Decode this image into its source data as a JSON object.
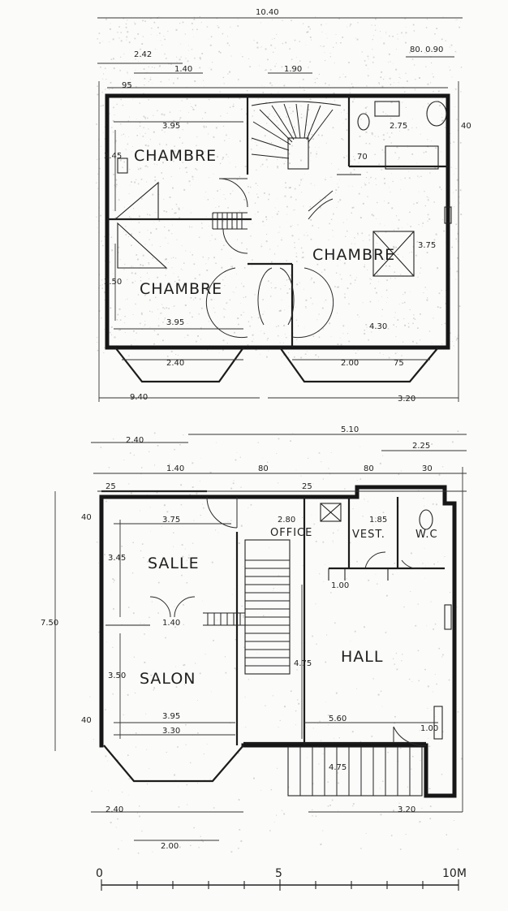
{
  "upper_floor": {
    "rooms": {
      "chambre_1": "CHAMBRE",
      "chambre_2": "CHAMBRE",
      "chambre_3": "CHAMBRE"
    },
    "dims": {
      "top_total": "10.40",
      "d1": "2.42",
      "d2": "1.40",
      "d3": "1.90",
      "d4": "80. 0.90",
      "d5": "95",
      "d6": "3.95",
      "d7": "2.75",
      "d8": "40",
      "d9": "3.45",
      "d10": "70",
      "d11": "3.50",
      "d12": "3.95",
      "d13": "4.30",
      "d14": "3.75",
      "d15": "2.40",
      "d16": "2.00",
      "d17": "75",
      "d18": "9.40",
      "d19": "3.20"
    }
  },
  "ground_floor": {
    "rooms": {
      "salle": "SALLE",
      "salon": "SALON",
      "office": "OFFICE",
      "vest": "VEST.",
      "wc": "W.C",
      "hall": "HALL"
    },
    "dims": {
      "top_left": "2.40",
      "top_right": "5.10",
      "top_far_right": "2.25",
      "d1": "1.40",
      "d2": "80",
      "d3": "80",
      "d4": "30",
      "d5": "25",
      "d6": "25",
      "d7": "40",
      "d8": "3.75",
      "d9": "2.80",
      "d10": "1.85",
      "d11": "3.45",
      "d12": "1.40",
      "d13": "1.00",
      "d14": "7.50",
      "d15": "3.50",
      "d16": "4.75",
      "d17": "3.95",
      "d18": "3.30",
      "d19": "5.60",
      "d20": "4.75",
      "d21": "40",
      "d22": "2.40",
      "d23": "2.00",
      "d24": "3.20",
      "d25": "1.00"
    }
  },
  "scale": {
    "start": "0",
    "mid": "5",
    "end": "10M"
  }
}
